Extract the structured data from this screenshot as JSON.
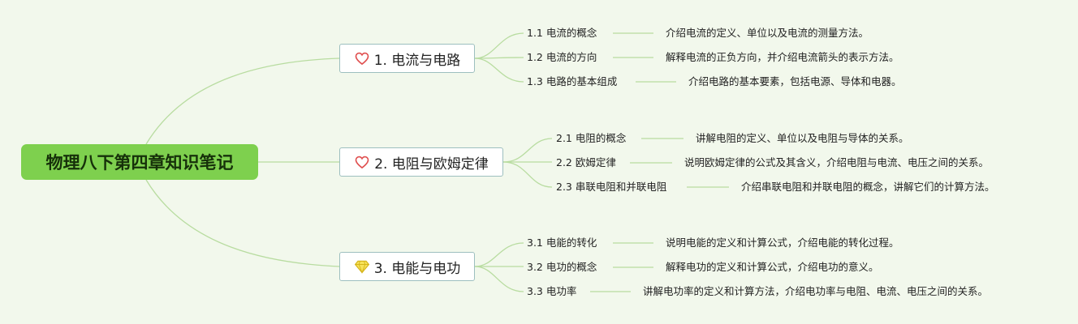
{
  "root": {
    "label": "物理八下第四章知识笔记"
  },
  "colors": {
    "background": "#f2f8ec",
    "root_fill": "#7ed04e",
    "connector": "#b8dca0",
    "node_border": "#9dbfbf",
    "heart": "#e05050",
    "gem": "#f2d02c"
  },
  "branches": [
    {
      "label": "1. 电流与电路",
      "icon": "heart-icon",
      "children": [
        {
          "label": "1.1 电流的概念",
          "desc": "介绍电流的定义、单位以及电流的测量方法。"
        },
        {
          "label": "1.2 电流的方向",
          "desc": "解释电流的正负方向，并介绍电流箭头的表示方法。"
        },
        {
          "label": "1.3 电路的基本组成",
          "desc": "介绍电路的基本要素，包括电源、导体和电器。"
        }
      ]
    },
    {
      "label": "2. 电阻与欧姆定律",
      "icon": "heart-icon",
      "children": [
        {
          "label": "2.1 电阻的概念",
          "desc": "讲解电阻的定义、单位以及电阻与导体的关系。"
        },
        {
          "label": "2.2 欧姆定律",
          "desc": "说明欧姆定律的公式及其含义，介绍电阻与电流、电压之间的关系。"
        },
        {
          "label": "2.3 串联电阻和并联电阻",
          "desc": "介绍串联电阻和并联电阻的概念，讲解它们的计算方法。"
        }
      ]
    },
    {
      "label": "3. 电能与电功",
      "icon": "gem-icon",
      "children": [
        {
          "label": "3.1 电能的转化",
          "desc": "说明电能的定义和计算公式，介绍电能的转化过程。"
        },
        {
          "label": "3.2 电功的概念",
          "desc": "解释电功的定义和计算公式，介绍电功的意义。"
        },
        {
          "label": "3.3 电功率",
          "desc": "讲解电功率的定义和计算方法，介绍电功率与电阻、电流、电压之间的关系。"
        }
      ]
    }
  ]
}
